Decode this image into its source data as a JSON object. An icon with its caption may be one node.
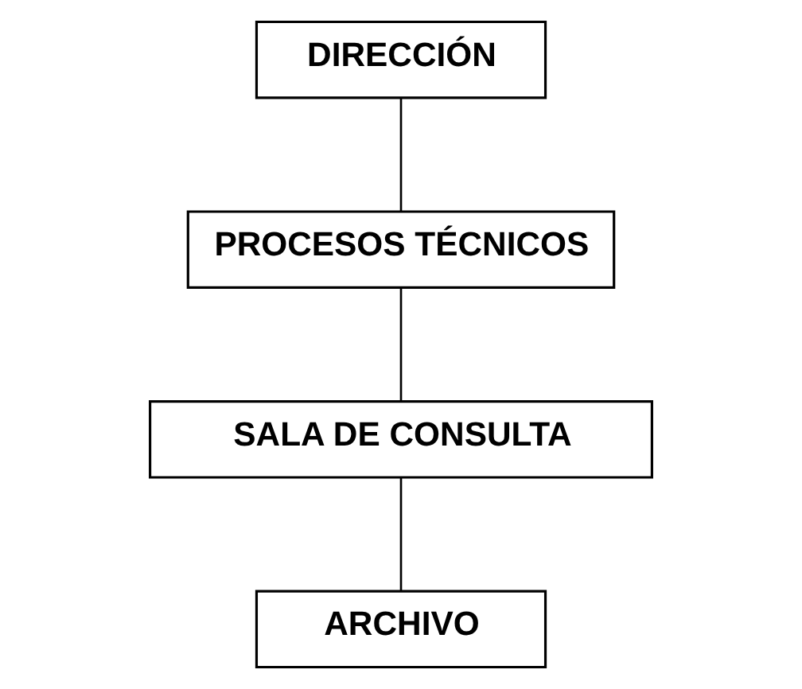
{
  "diagram": {
    "nodes": [
      {
        "text": [
          "DIRECCIÓN"
        ]
      },
      {
        "text": [
          "PROCESOS TÉCNICOS"
        ]
      },
      {
        "text": [
          "SALA DE CONSULTA"
        ]
      },
      {
        "text": [
          "ARCHIVO"
        ]
      }
    ],
    "edges": [
      {
        "from": 0,
        "to": 1,
        "arrow": "none"
      },
      {
        "from": 1,
        "to": 2,
        "arrow": "none"
      },
      {
        "from": 2,
        "to": 3,
        "arrow": "none"
      }
    ]
  }
}
